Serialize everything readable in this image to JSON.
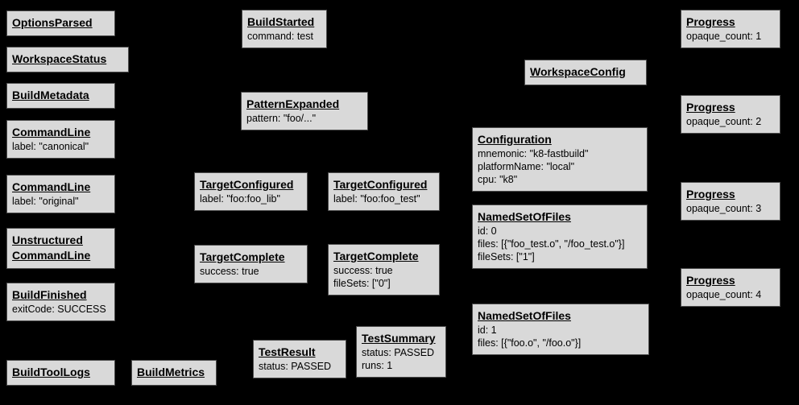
{
  "diagram": {
    "description": "Build event protocol graph of build events",
    "colors": {
      "background": "#000000",
      "box_fill": "#d9d9d9",
      "box_border": "#4d4d4d",
      "text": "#000000"
    }
  },
  "boxes": {
    "optionsParsed": {
      "title": "OptionsParsed"
    },
    "workspaceStatus": {
      "title": "WorkspaceStatus"
    },
    "buildMetadata": {
      "title": "BuildMetadata"
    },
    "commandLineCanonical": {
      "title": "CommandLine",
      "lines": [
        "label: \"canonical\""
      ]
    },
    "commandLineOriginal": {
      "title": "CommandLine",
      "lines": [
        "label: \"original\""
      ]
    },
    "unstructuredCommandLine": {
      "title_lines": [
        "Unstructured",
        "CommandLine"
      ]
    },
    "buildFinished": {
      "title": "BuildFinished",
      "lines": [
        "exitCode: SUCCESS"
      ]
    },
    "buildToolLogs": {
      "title": "BuildToolLogs"
    },
    "buildMetrics": {
      "title": "BuildMetrics"
    },
    "buildStarted": {
      "title": "BuildStarted",
      "lines": [
        "command: test"
      ]
    },
    "patternExpanded": {
      "title": "PatternExpanded",
      "lines": [
        "pattern: \"foo/...\""
      ]
    },
    "targetConfiguredLib": {
      "title": "TargetConfigured",
      "lines": [
        "label: \"foo:foo_lib\""
      ]
    },
    "targetConfiguredTest": {
      "title": "TargetConfigured",
      "lines": [
        "label: \"foo:foo_test\""
      ]
    },
    "targetCompleteLib": {
      "title": "TargetComplete",
      "lines": [
        "success: true"
      ]
    },
    "targetCompleteTest": {
      "title": "TargetComplete",
      "lines": [
        "success: true",
        "fileSets: [\"0\"]"
      ]
    },
    "testResult": {
      "title": "TestResult",
      "lines": [
        "status: PASSED"
      ]
    },
    "testSummary": {
      "title": "TestSummary",
      "lines": [
        "status: PASSED",
        "runs: 1"
      ]
    },
    "workspaceConfig": {
      "title": "WorkspaceConfig"
    },
    "configuration": {
      "title": "Configuration",
      "lines": [
        "mnemonic: \"k8-fastbuild\"",
        "platformName: \"local\"",
        "cpu: \"k8\""
      ]
    },
    "namedSetOfFiles0": {
      "title": "NamedSetOfFiles",
      "lines": [
        "id: 0",
        "files: [{\"foo_test.o\", \"/foo_test.o\"}]",
        "fileSets: [\"1\"]"
      ]
    },
    "namedSetOfFiles1": {
      "title": "NamedSetOfFiles",
      "lines": [
        "id: 1",
        "files: [{\"foo.o\", \"/foo.o\"}]"
      ]
    },
    "progress1": {
      "title": "Progress",
      "lines": [
        "opaque_count: 1"
      ]
    },
    "progress2": {
      "title": "Progress",
      "lines": [
        "opaque_count: 2"
      ]
    },
    "progress3": {
      "title": "Progress",
      "lines": [
        "opaque_count: 3"
      ]
    },
    "progress4": {
      "title": "Progress",
      "lines": [
        "opaque_count: 4"
      ]
    }
  }
}
